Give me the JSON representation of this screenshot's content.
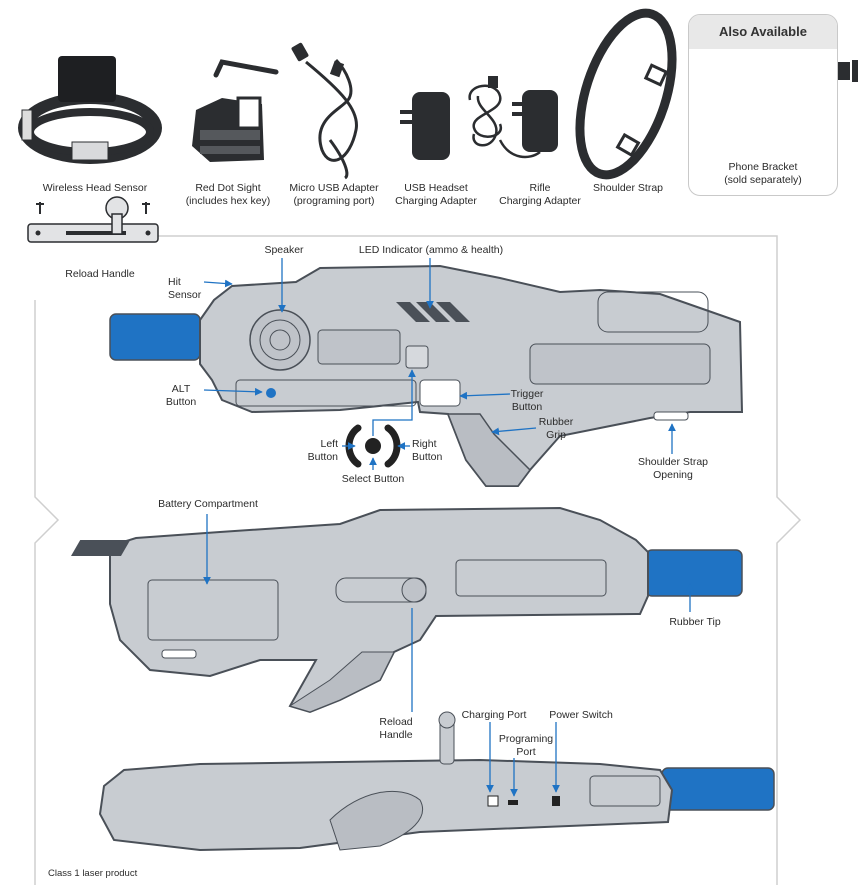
{
  "accessories": {
    "head_sensor": "Wireless Head Sensor",
    "red_dot_line1": "Red Dot Sight",
    "red_dot_line2": "(includes hex key)",
    "micro_usb_line1": "Micro USB Adapter",
    "micro_usb_line2": "(programing port)",
    "usb_headset_line1": "USB Headset",
    "usb_headset_line2": "Charging Adapter",
    "rifle_line1": "Rifle",
    "rifle_line2": "Charging Adapter",
    "shoulder_strap": "Shoulder Strap",
    "reload_handle": "Reload Handle"
  },
  "also_available": {
    "title": "Also Available",
    "caption_line1": "Phone Bracket",
    "caption_line2": "(sold separately)"
  },
  "view1": {
    "speaker": "Speaker",
    "led": "LED Indicator (ammo & health)",
    "hit_line1": "Hit",
    "hit_line2": "Sensor",
    "alt_line1": "ALT",
    "alt_line2": "Button",
    "trigger_line1": "Trigger",
    "trigger_line2": "Button",
    "grip_line1": "Rubber",
    "grip_line2": "Grip",
    "left_line1": "Left",
    "left_line2": "Button",
    "right_line1": "Right",
    "right_line2": "Button",
    "select": "Select Button",
    "strap_line1": "Shoulder Strap",
    "strap_line2": "Opening"
  },
  "view2": {
    "battery": "Battery Compartment",
    "rubber_tip": "Rubber Tip"
  },
  "view3": {
    "reload_line1": "Reload",
    "reload_line2": "Handle",
    "charging_port": "Charging Port",
    "prog_line1": "Programing",
    "prog_line2": "Port",
    "power_switch": "Power Switch"
  },
  "footer": "Class 1 laser product",
  "colors": {
    "gun_fill": "#c8ccd1",
    "gun_stroke": "#4a5058",
    "tip_blue": "#1f73c4",
    "accessory_dark": "#2b2d30",
    "arrow_blue": "#1f73c4"
  }
}
